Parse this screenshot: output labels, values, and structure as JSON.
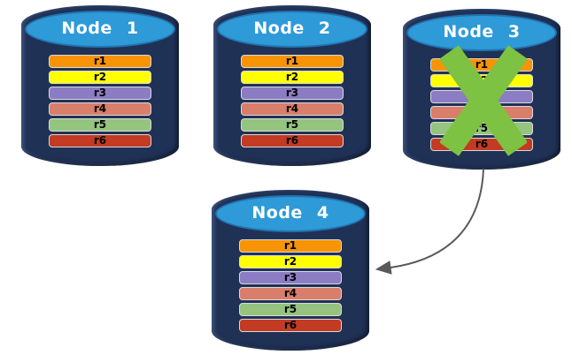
{
  "nodes": [
    {
      "label": "Node 1",
      "crossed_out": false,
      "records": [
        "r1",
        "r2",
        "r3",
        "r4",
        "r5",
        "r6"
      ]
    },
    {
      "label": "Node 2",
      "crossed_out": false,
      "records": [
        "r1",
        "r2",
        "r3",
        "r4",
        "r5",
        "r6"
      ]
    },
    {
      "label": "Node 3",
      "crossed_out": true,
      "records": [
        "r1",
        "r2",
        "r3",
        "r4",
        "r5",
        "r6"
      ]
    },
    {
      "label": "Node 4",
      "crossed_out": false,
      "records": [
        "r1",
        "r2",
        "r3",
        "r4",
        "r5",
        "r6"
      ]
    }
  ],
  "record_colors": {
    "r1": "#F79406",
    "r2": "#FFFF00",
    "r3": "#8C7CC4",
    "r4": "#D97E6A",
    "r5": "#94C47E",
    "r6": "#C23B22"
  },
  "colors": {
    "cylinder_body": "#203156",
    "cylinder_top": "#2E9AD8",
    "cylinder_top_border": "#2273AE",
    "record_border": "#D9D9D9",
    "failure_cross": "#7DC242",
    "arrow": "#595959"
  },
  "arrow": {
    "from": "Node 3",
    "to": "Node 4"
  }
}
